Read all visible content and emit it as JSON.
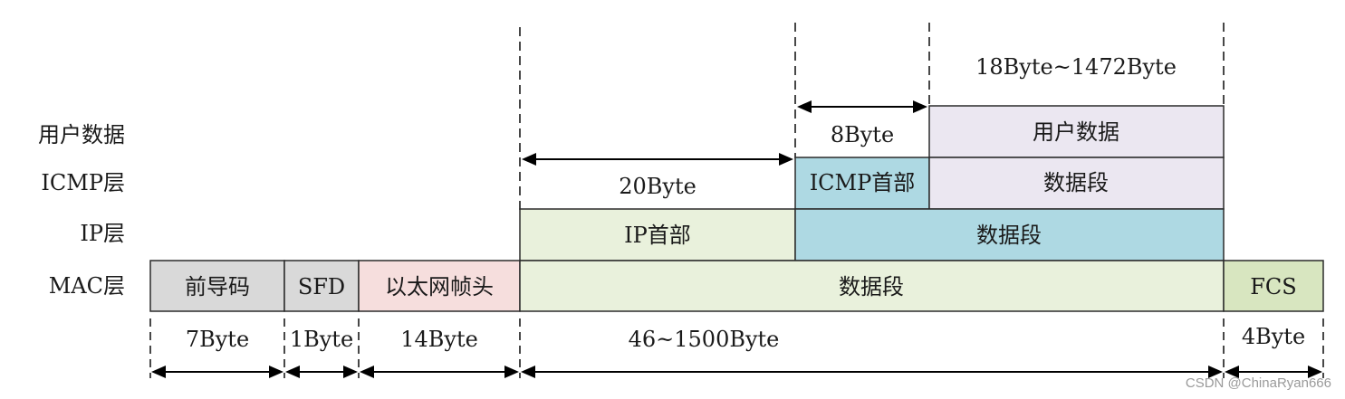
{
  "colors": {
    "gray": "#d9d9d9",
    "pink": "#f6dedd",
    "light_green": "#e9f1dc",
    "blue": "#aed9e3",
    "lavender": "#ebe7f1",
    "green": "#d8e6c0"
  },
  "row_labels": {
    "user": "用户数据",
    "icmp": "ICMP层",
    "ip": "IP层",
    "mac": "MAC层"
  },
  "mac": {
    "preamble": "前导码",
    "sfd": "SFD",
    "eth_header": "以太网帧头",
    "data": "数据段",
    "fcs": "FCS"
  },
  "ip": {
    "header": "IP首部",
    "data": "数据段"
  },
  "icmp": {
    "header": "ICMP首部",
    "data": "数据段"
  },
  "user": {
    "data": "用户数据"
  },
  "sizes": {
    "preamble": "7Byte",
    "sfd": "1Byte",
    "eth_header": "14Byte",
    "mac_data": "46~1500Byte",
    "fcs": "4Byte",
    "ip_header": "20Byte",
    "icmp_header": "8Byte",
    "user_data": "18Byte~1472Byte"
  },
  "watermark": "CSDN @ChinaRyan666"
}
